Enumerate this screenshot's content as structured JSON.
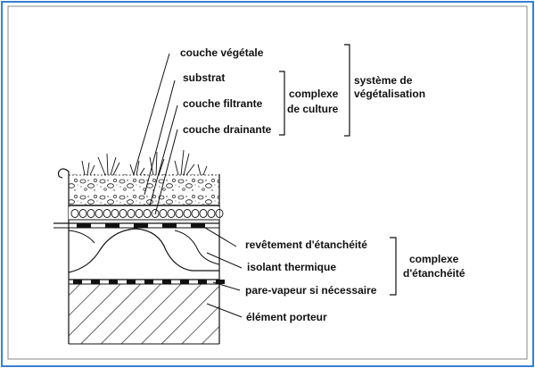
{
  "labels": {
    "vegetal": "couche végétale",
    "substrat": "substrat",
    "filtrante": "couche filtrante",
    "drainante": "couche drainante",
    "revetement": "revêtement d'étanchéité",
    "isolant": "isolant thermique",
    "pare_vapeur": "pare-vapeur si nécessaire",
    "porteur": "élément porteur"
  },
  "groups": {
    "culture": [
      "complexe",
      "de culture"
    ],
    "vegetalisation": [
      "système de",
      "végétalisation"
    ],
    "etancheite": [
      "complexe",
      "d'étanchéité"
    ]
  },
  "colors": {
    "frame_outer": "#3a7fcf",
    "frame_inner": "#888888",
    "ink": "#111111"
  }
}
